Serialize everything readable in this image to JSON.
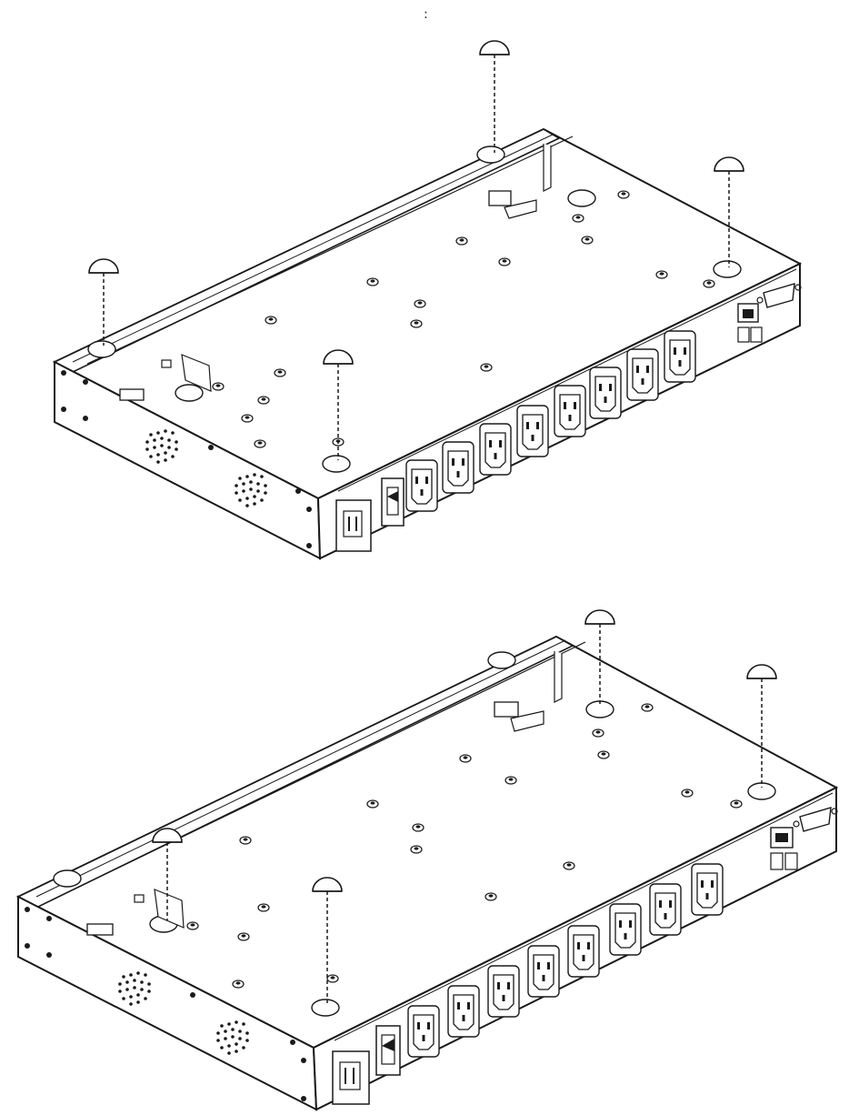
{
  "figure": {
    "stray_mark": ":",
    "colors": {
      "line": "#1a1a1a",
      "paper": "#ffffff",
      "shade": "#e9e9e9"
    },
    "views": [
      {
        "id": "top-view",
        "outlets": 8,
        "feet_installed": 4
      },
      {
        "id": "bottom-view",
        "outlets": 8,
        "feet_installed": 4
      }
    ]
  }
}
